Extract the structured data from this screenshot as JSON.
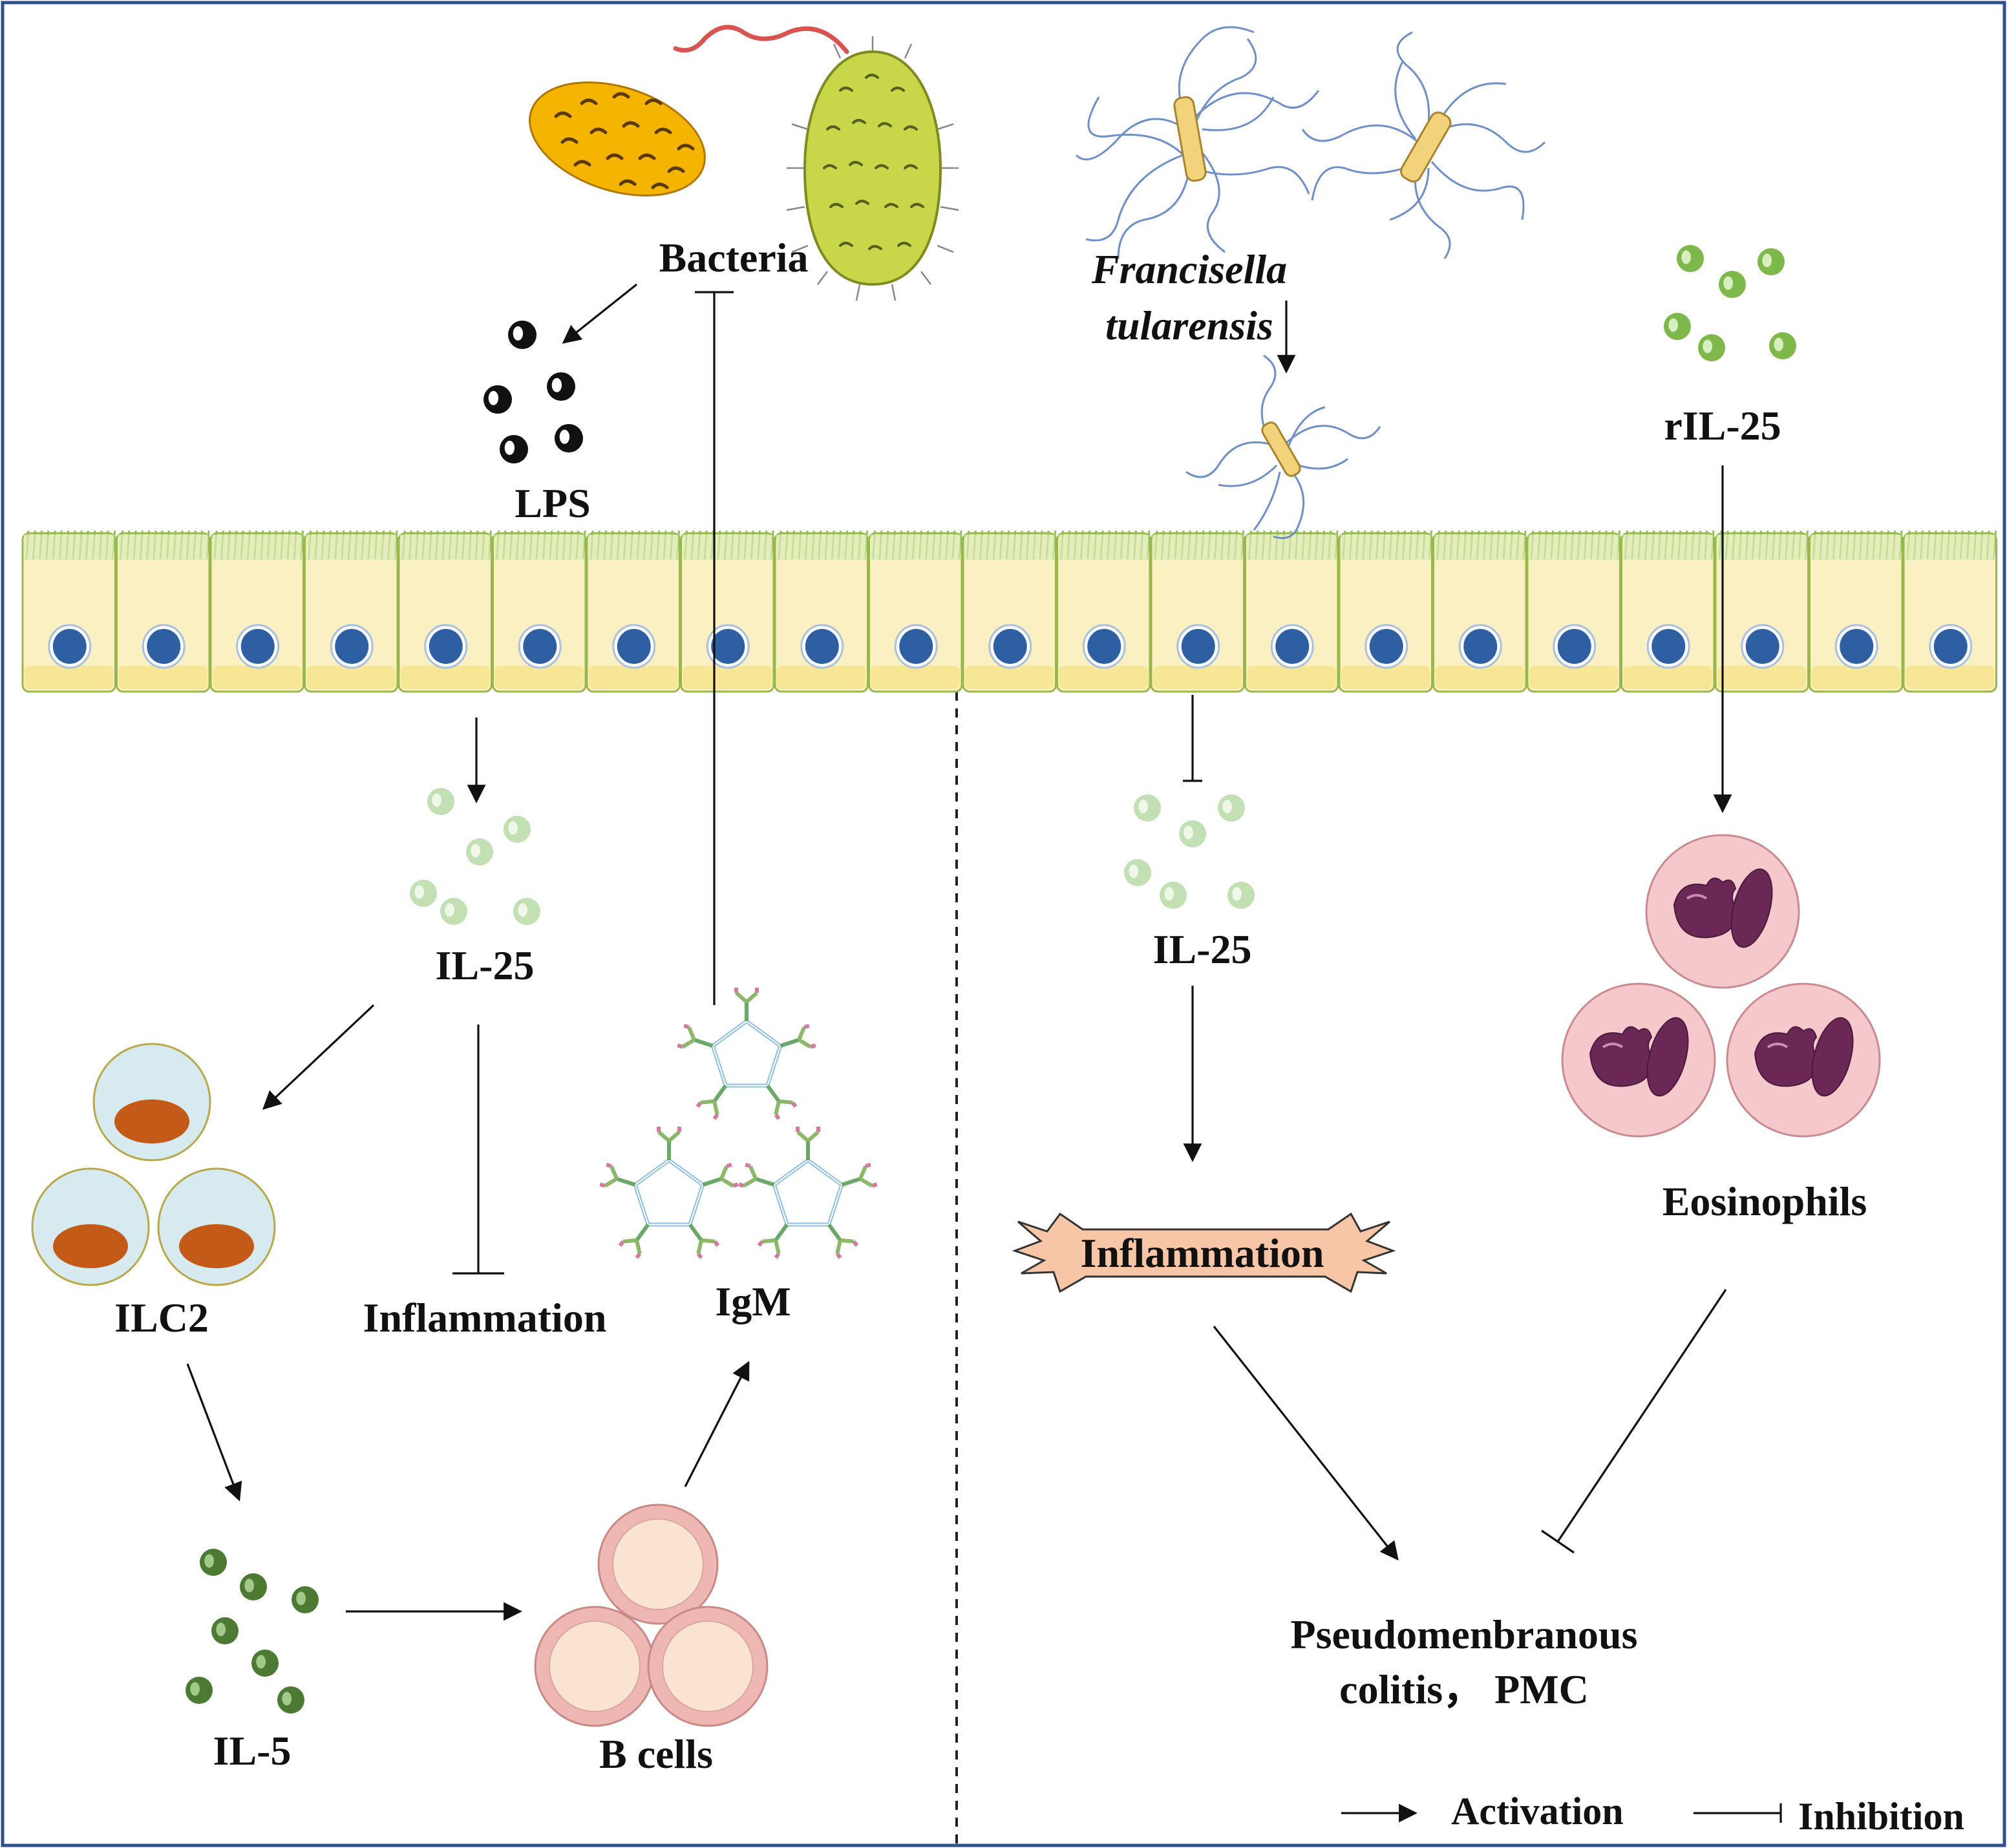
{
  "labels": {
    "bacteria": "Bacteria",
    "lps": "LPS",
    "il25_left": "IL-25",
    "ilc2": "ILC2",
    "inflammation_left": "Inflammation",
    "igm": "IgM",
    "il5": "IL-5",
    "b_cells": "B cells",
    "francisella_line1": "Francisella",
    "francisella_line2": "tularensis",
    "ril25": "rIL-25",
    "il25_right": "IL-25",
    "inflammation_right": "Inflammation",
    "eosinophils": "Eosinophils",
    "pmc_line1": "Pseudomenbranous",
    "pmc_line2": "colitis， PMC"
  },
  "legend": {
    "activation": "Activation",
    "inhibition": "Inhibition"
  },
  "colors": {
    "border": "#2f4f8f",
    "epithelium_cell": "#fbf0c2",
    "epithelium_edge": "#9ab84a",
    "nucleus": "#2f5fa3",
    "lps_dot": "#111111",
    "il25_dot": "#c2e0b4",
    "il5_dot": "#4c7a32",
    "ril25_dot": "#7fb84a",
    "ilc2_cell": "#d6eaf0",
    "ilc2_nucleus": "#c45a18",
    "bcell_outer": "#efb7b3",
    "bcell_inner": "#fae3d0",
    "eosinophil_cell": "#f5c8cb",
    "eosinophil_nucleus": "#6b2856",
    "inflammation_box": "#f7c6a6",
    "bacteria_orange": "#f5b400",
    "bacteria_green": "#c8d74a",
    "francisella_rod": "#f2d27a",
    "francisella_fibers": "#6f8fc9"
  }
}
